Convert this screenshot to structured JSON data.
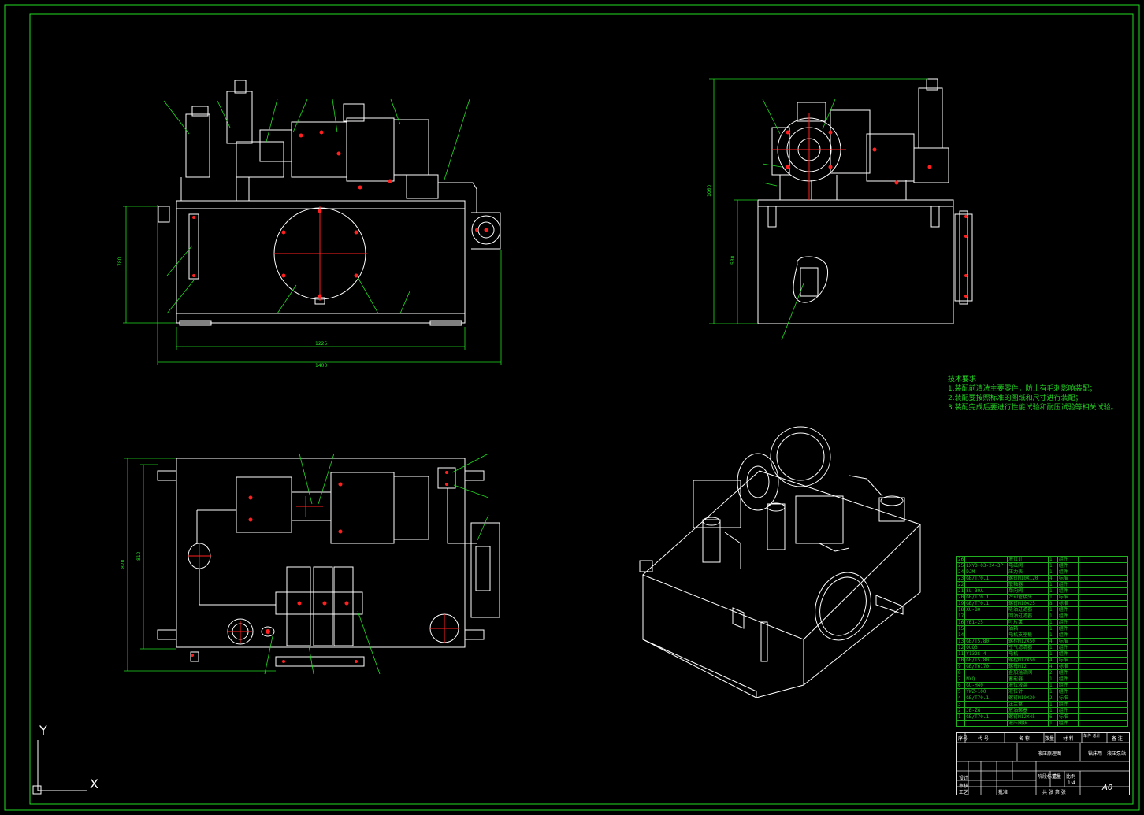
{
  "technical_requirements": {
    "title": "技术要求",
    "items": [
      "1.装配前清洗主要零件，防止有毛刺影响装配；",
      "2.装配要按照标准的图纸和尺寸进行装配；",
      "3.装配完成后要进行性能试验和耐压试验等相关试验。"
    ]
  },
  "dimensions": {
    "front_width_inner": "1225",
    "front_width_outer": "1400",
    "front_height": "780",
    "side_height_total": "1060",
    "side_height_tank": "530",
    "top_depth_outer": "870",
    "top_depth_inner": "810"
  },
  "bom_rows": [
    [
      "26",
      "",
      "液位计",
      "1",
      "组件"
    ],
    [
      "25",
      "LXYD-03-24-3P",
      "电磁阀",
      "1",
      "组件"
    ],
    [
      "24",
      "DJM",
      "压力表",
      "1",
      "组件"
    ],
    [
      "23",
      "GB/T70.1",
      "螺钉M10X120",
      "4",
      "标准"
    ],
    [
      "22",
      "",
      "联轴器",
      "1",
      "组件"
    ],
    [
      "21",
      "SL-30A",
      "单向阀",
      "1",
      "组件"
    ],
    [
      "20",
      "GB/T70.1",
      "冷却管接头",
      "1",
      "标准"
    ],
    [
      "19",
      "GB/T70.1",
      "螺钉M10X25",
      "8",
      "标准"
    ],
    [
      "18",
      "XU-B0",
      "吸油过滤器",
      "1",
      "组件"
    ],
    [
      "17",
      "",
      "回油过滤器",
      "1",
      "组件"
    ],
    [
      "16",
      "YB1-25",
      "叶片泵",
      "1",
      "组件"
    ],
    [
      "15",
      "",
      "油箱",
      "1",
      "组件"
    ],
    [
      "14",
      "",
      "电机支座板",
      "1",
      "组件"
    ],
    [
      "13",
      "GB/T5780",
      "螺栓M12X50",
      "4",
      "标准"
    ],
    [
      "12",
      "QUQ3",
      "空气滤清器",
      "1",
      "组件"
    ],
    [
      "11",
      "Y132S-4",
      "电机",
      "1",
      "组件"
    ],
    [
      "10",
      "GB/T5780",
      "螺栓M12X50",
      "4",
      "标准"
    ],
    [
      "9",
      "GB/T6170",
      "螺母M12",
      "4",
      "标准"
    ],
    [
      "8",
      "",
      "叠加溢流阀",
      "2",
      "组件"
    ],
    [
      "7",
      "NXQ",
      "蓄能器",
      "1",
      "组件"
    ],
    [
      "6",
      "GU-H40",
      "液位液温",
      "1",
      "组件"
    ],
    [
      "5",
      "YWZ-100",
      "液位计",
      "1",
      "组件"
    ],
    [
      "4",
      "GB/T70.1",
      "螺钉M10X30",
      "2",
      "标准"
    ],
    [
      "3",
      "",
      "法兰盘",
      "1",
      "组件"
    ],
    [
      "2",
      "JB-ZG",
      "放油螺塞",
      "1",
      "组件"
    ],
    [
      "1",
      "GB/T70.1",
      "螺钉M12X45",
      "6",
      "标准"
    ],
    [
      "",
      "",
      "液压阀块",
      "1",
      "组件"
    ]
  ],
  "title_block": {
    "part_label": "液压原理图",
    "drawing_name": "钻床用—液压泵站",
    "sheet_size": "A0",
    "scale": "1:4",
    "col_seq": "序号",
    "col_code": "代 号",
    "col_name": "名 称",
    "col_qty": "数量",
    "col_material": "材 料",
    "col_weight": "单件 总计",
    "col_remark": "备 注",
    "row_design": "设计",
    "row_check": "审核",
    "row_process": "工艺",
    "row_approve": "批准",
    "stage_mark": "阶段标记",
    "weight": "重量",
    "ratio": "比例",
    "sheet_info": "共 张 第 张"
  },
  "ucs": {
    "x_label": "X",
    "y_label": "Y"
  },
  "colors": {
    "background": "#000000",
    "border": "#22dd22",
    "line": "#ffffff",
    "centerline": "#ff2020",
    "dimension": "#22dd22"
  }
}
